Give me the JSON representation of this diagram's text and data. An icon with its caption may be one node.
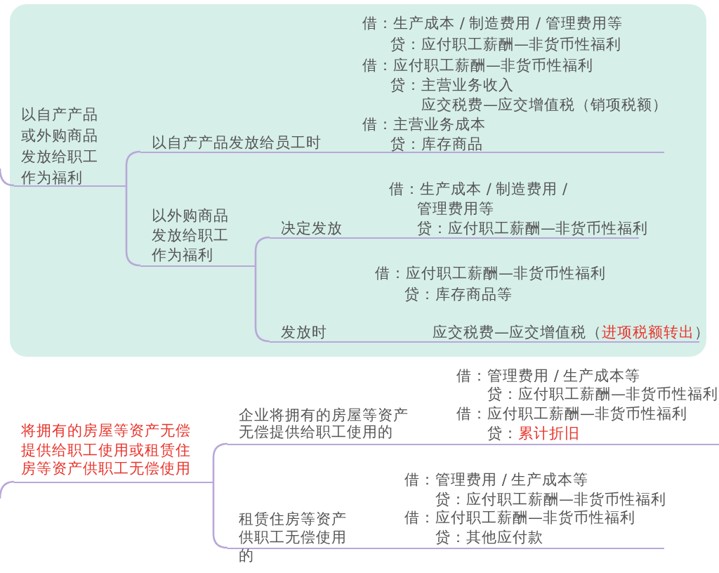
{
  "diagram": {
    "nodes": [
      {
        "text": [
          "以自产产品或外购商品发放给职工作为福利"
        ]
      },
      {
        "text": [
          "以自产产品发放给员工时",
          "借：生产成本 / 制造费用 / 管理费用等",
          "贷：应付职工薪酬—非货币性福利",
          "借：应付职工薪酬—非货币性福利",
          "贷：主营业务收入",
          "应交税费—应交增值税（销项税额）",
          "借：主营业务成本",
          "贷：库存商品"
        ]
      },
      {
        "text": [
          "以外购商品发放给职工作为福利"
        ]
      },
      {
        "text": [
          "决定发放",
          "借：生产成本 / 制造费用 / 管理费用等",
          "贷：应付职工薪酬—非货币性福利"
        ]
      },
      {
        "text": [
          "发放时",
          "借：应付职工薪酬—非货币性福利",
          "贷：库存商品等",
          "应交税费—应交增值税（*进项税额转出*）"
        ]
      },
      {
        "text": [
          "将拥有的房屋等资产无偿提供给职工使用或租赁住房等资产供职工无偿使用"
        ]
      },
      {
        "text": [
          "企业将拥有的房屋等资产无偿提供给职工使用的",
          "借：管理费用 / 生产成本等",
          "贷：应付职工薪酬—非货币性福利",
          "借：应付职工薪酬—非货币性福利",
          "贷：*累计折旧*"
        ]
      },
      {
        "text": [
          "租赁住房等资产供职工无偿使用的",
          "借：管理费用 / 生产成本等",
          "贷：应付职工薪酬—非货币性福利",
          "借：应付职工薪酬—非货币性福利",
          "贷：其他应付款"
        ]
      }
    ],
    "edges": [
      {
        "from": null,
        "to": 0,
        "arrow": "none"
      },
      {
        "from": 0,
        "to": 1,
        "arrow": "none"
      },
      {
        "from": 0,
        "to": 2,
        "arrow": "none"
      },
      {
        "from": 2,
        "to": 3,
        "arrow": "none"
      },
      {
        "from": 2,
        "to": 4,
        "arrow": "none"
      },
      {
        "from": null,
        "to": 5,
        "arrow": "none"
      },
      {
        "from": 5,
        "to": 6,
        "arrow": "none"
      },
      {
        "from": 5,
        "to": 7,
        "arrow": "none"
      }
    ]
  }
}
